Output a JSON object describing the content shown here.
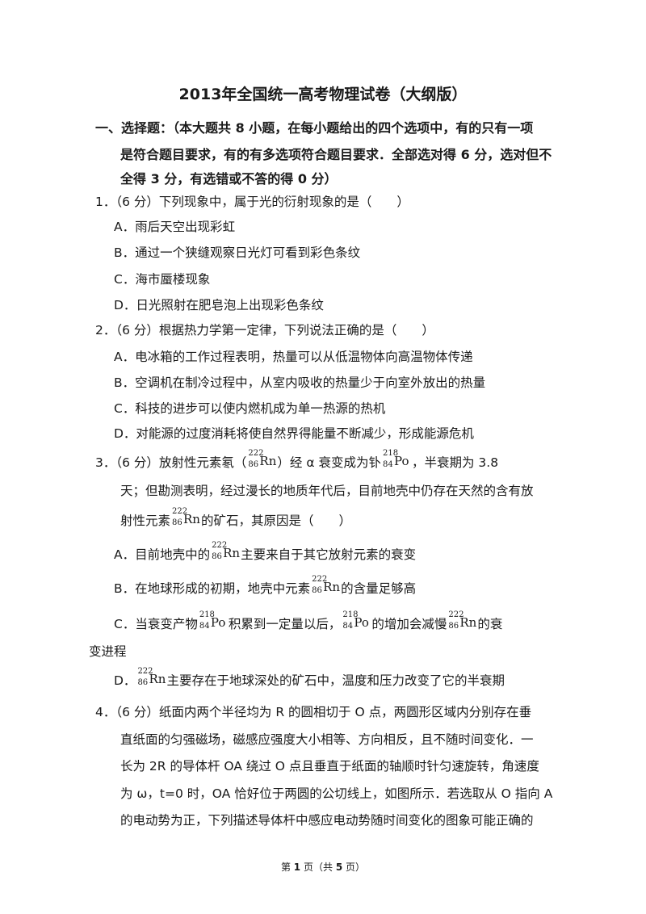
{
  "title": "2013年全国统一高考物理试卷（大纲版）",
  "section1": {
    "line1": "一、选择题：（本大题共 8 小题，在每小题给出的四个选项中，有的只有一项",
    "line2": "是符合题目要求，有的有多选项符合题目要求．全部选对得 6 分，选对但不",
    "line3": "全得 3 分，有选错或不答的得 0 分）"
  },
  "q1": {
    "stem": "1．（6 分）下列现象中，属于光的衍射现象的是（　　）",
    "A": "A．雨后天空出现彩虹",
    "B": "B．通过一个狭缝观察日光灯可看到彩色条纹",
    "C": "C．海市蜃楼现象",
    "D": "D．日光照射在肥皂泡上出现彩色条纹"
  },
  "q2": {
    "stem": "2．（6 分）根据热力学第一定律，下列说法正确的是（　　）",
    "A": "A．电冰箱的工作过程表明，热量可以从低温物体向高温物体传递",
    "B": "B．空调机在制冷过程中，从室内吸收的热量少于向室外放出的热量",
    "C": "C．科技的进步可以使内燃机成为单一热源的热机",
    "D": "D．对能源的过度消耗将使自然界得能量不断减少，形成能源危机"
  },
  "iso": {
    "rn": {
      "mass": "222",
      "z": "86",
      "sym": "Rn"
    },
    "po": {
      "mass": "218",
      "z": "84",
      "sym": "Po"
    }
  },
  "q3": {
    "l1a": "3．（6 分）放射性元素氡（",
    "l1b": "）经 α 衰变成为钋",
    "l1c": "，半衰期为 3.8",
    "l2": "天；但勘测表明，经过漫长的地质年代后，目前地壳中仍存在天然的含有放",
    "l3a": "射性元素",
    "l3b": "的矿石，其原因是（　　）",
    "Aa": "A．目前地壳中的",
    "Ab": "主要来自于其它放射元素的衰变",
    "Ba": "B．在地球形成的初期，地壳中元素",
    "Bb": "的含量足够高",
    "Ca": "C．当衰变产物",
    "Cb": "积累到一定量以后，",
    "Cc": "的增加会减慢",
    "Cd": "的衰",
    "Ce": "变进程",
    "Da": "D．",
    "Db": "主要存在于地球深处的矿石中，温度和压力改变了它的半衰期"
  },
  "q4": {
    "l1": "4．（6 分）纸面内两个半径均为 R 的圆相切于 O 点，两圆形区域内分别存在垂",
    "l2": "直纸面的匀强磁场，磁感应强度大小相等、方向相反，且不随时间变化．一",
    "l3": "长为 2R 的导体杆 OA 绕过 O 点且垂直于纸面的轴顺时针匀速旋转，角速度",
    "l4": "为 ω，t=0 时，OA 恰好位于两圆的公切线上，如图所示．若选取从 O 指向 A",
    "l5": "的电动势为正，下列描述导体杆中感应电动势随时间变化的图象可能正确的"
  },
  "footer": {
    "pre": "第",
    "page": "1",
    "mid": "页（共",
    "total": "5",
    "post": "页）"
  }
}
